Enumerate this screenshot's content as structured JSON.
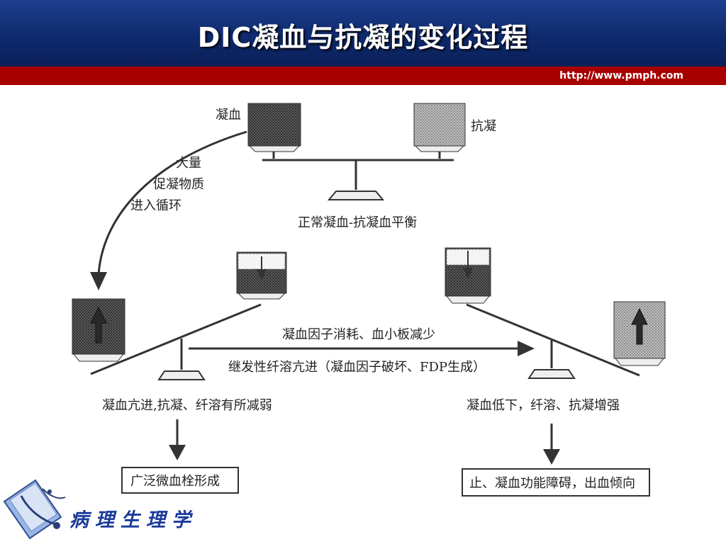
{
  "header": {
    "title": "DIC凝血与抗凝的变化过程",
    "url": "http://www.pmph.com"
  },
  "diagram": {
    "top_balance": {
      "left_label": "凝血",
      "right_label": "抗凝",
      "caption": "正常凝血-抗凝血平衡"
    },
    "trigger_lines": [
      "大量",
      "促凝物质",
      "进入循环"
    ],
    "middle_arrow": {
      "top_text": "凝血因子消耗、血小板减少",
      "bottom_text": "继发性纤溶亢进（凝血因子破坏、FDP生成）"
    },
    "left_balance": {
      "caption": "凝血亢进,抗凝、纤溶有所减弱"
    },
    "right_balance": {
      "caption": "凝血低下，纤溶、抗凝增强"
    },
    "left_result": "广泛微血栓形成",
    "right_result": "止、凝血功能障碍，出血倾向"
  },
  "footer": {
    "text": "病理生理学"
  }
}
